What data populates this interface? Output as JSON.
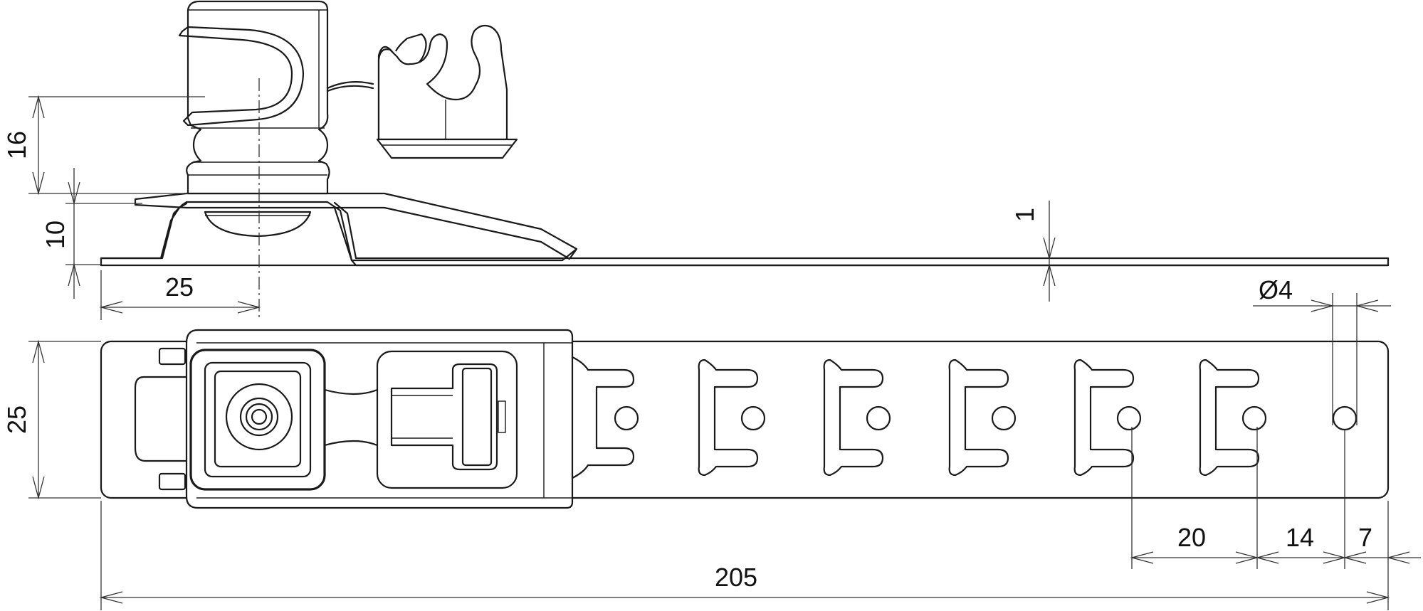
{
  "dimensions": {
    "clip_height": "16",
    "base_height": "10",
    "clip_offset": "25",
    "strip_thickness": "1",
    "hole_diameter": "Ø4",
    "strip_width": "25",
    "hole_pitch": "20",
    "hole_spacing": "14",
    "end_offset": "7",
    "total_length": "205"
  },
  "colors": {
    "line": "#1a1a1a",
    "dimension": "#333333",
    "background": "#ffffff"
  }
}
